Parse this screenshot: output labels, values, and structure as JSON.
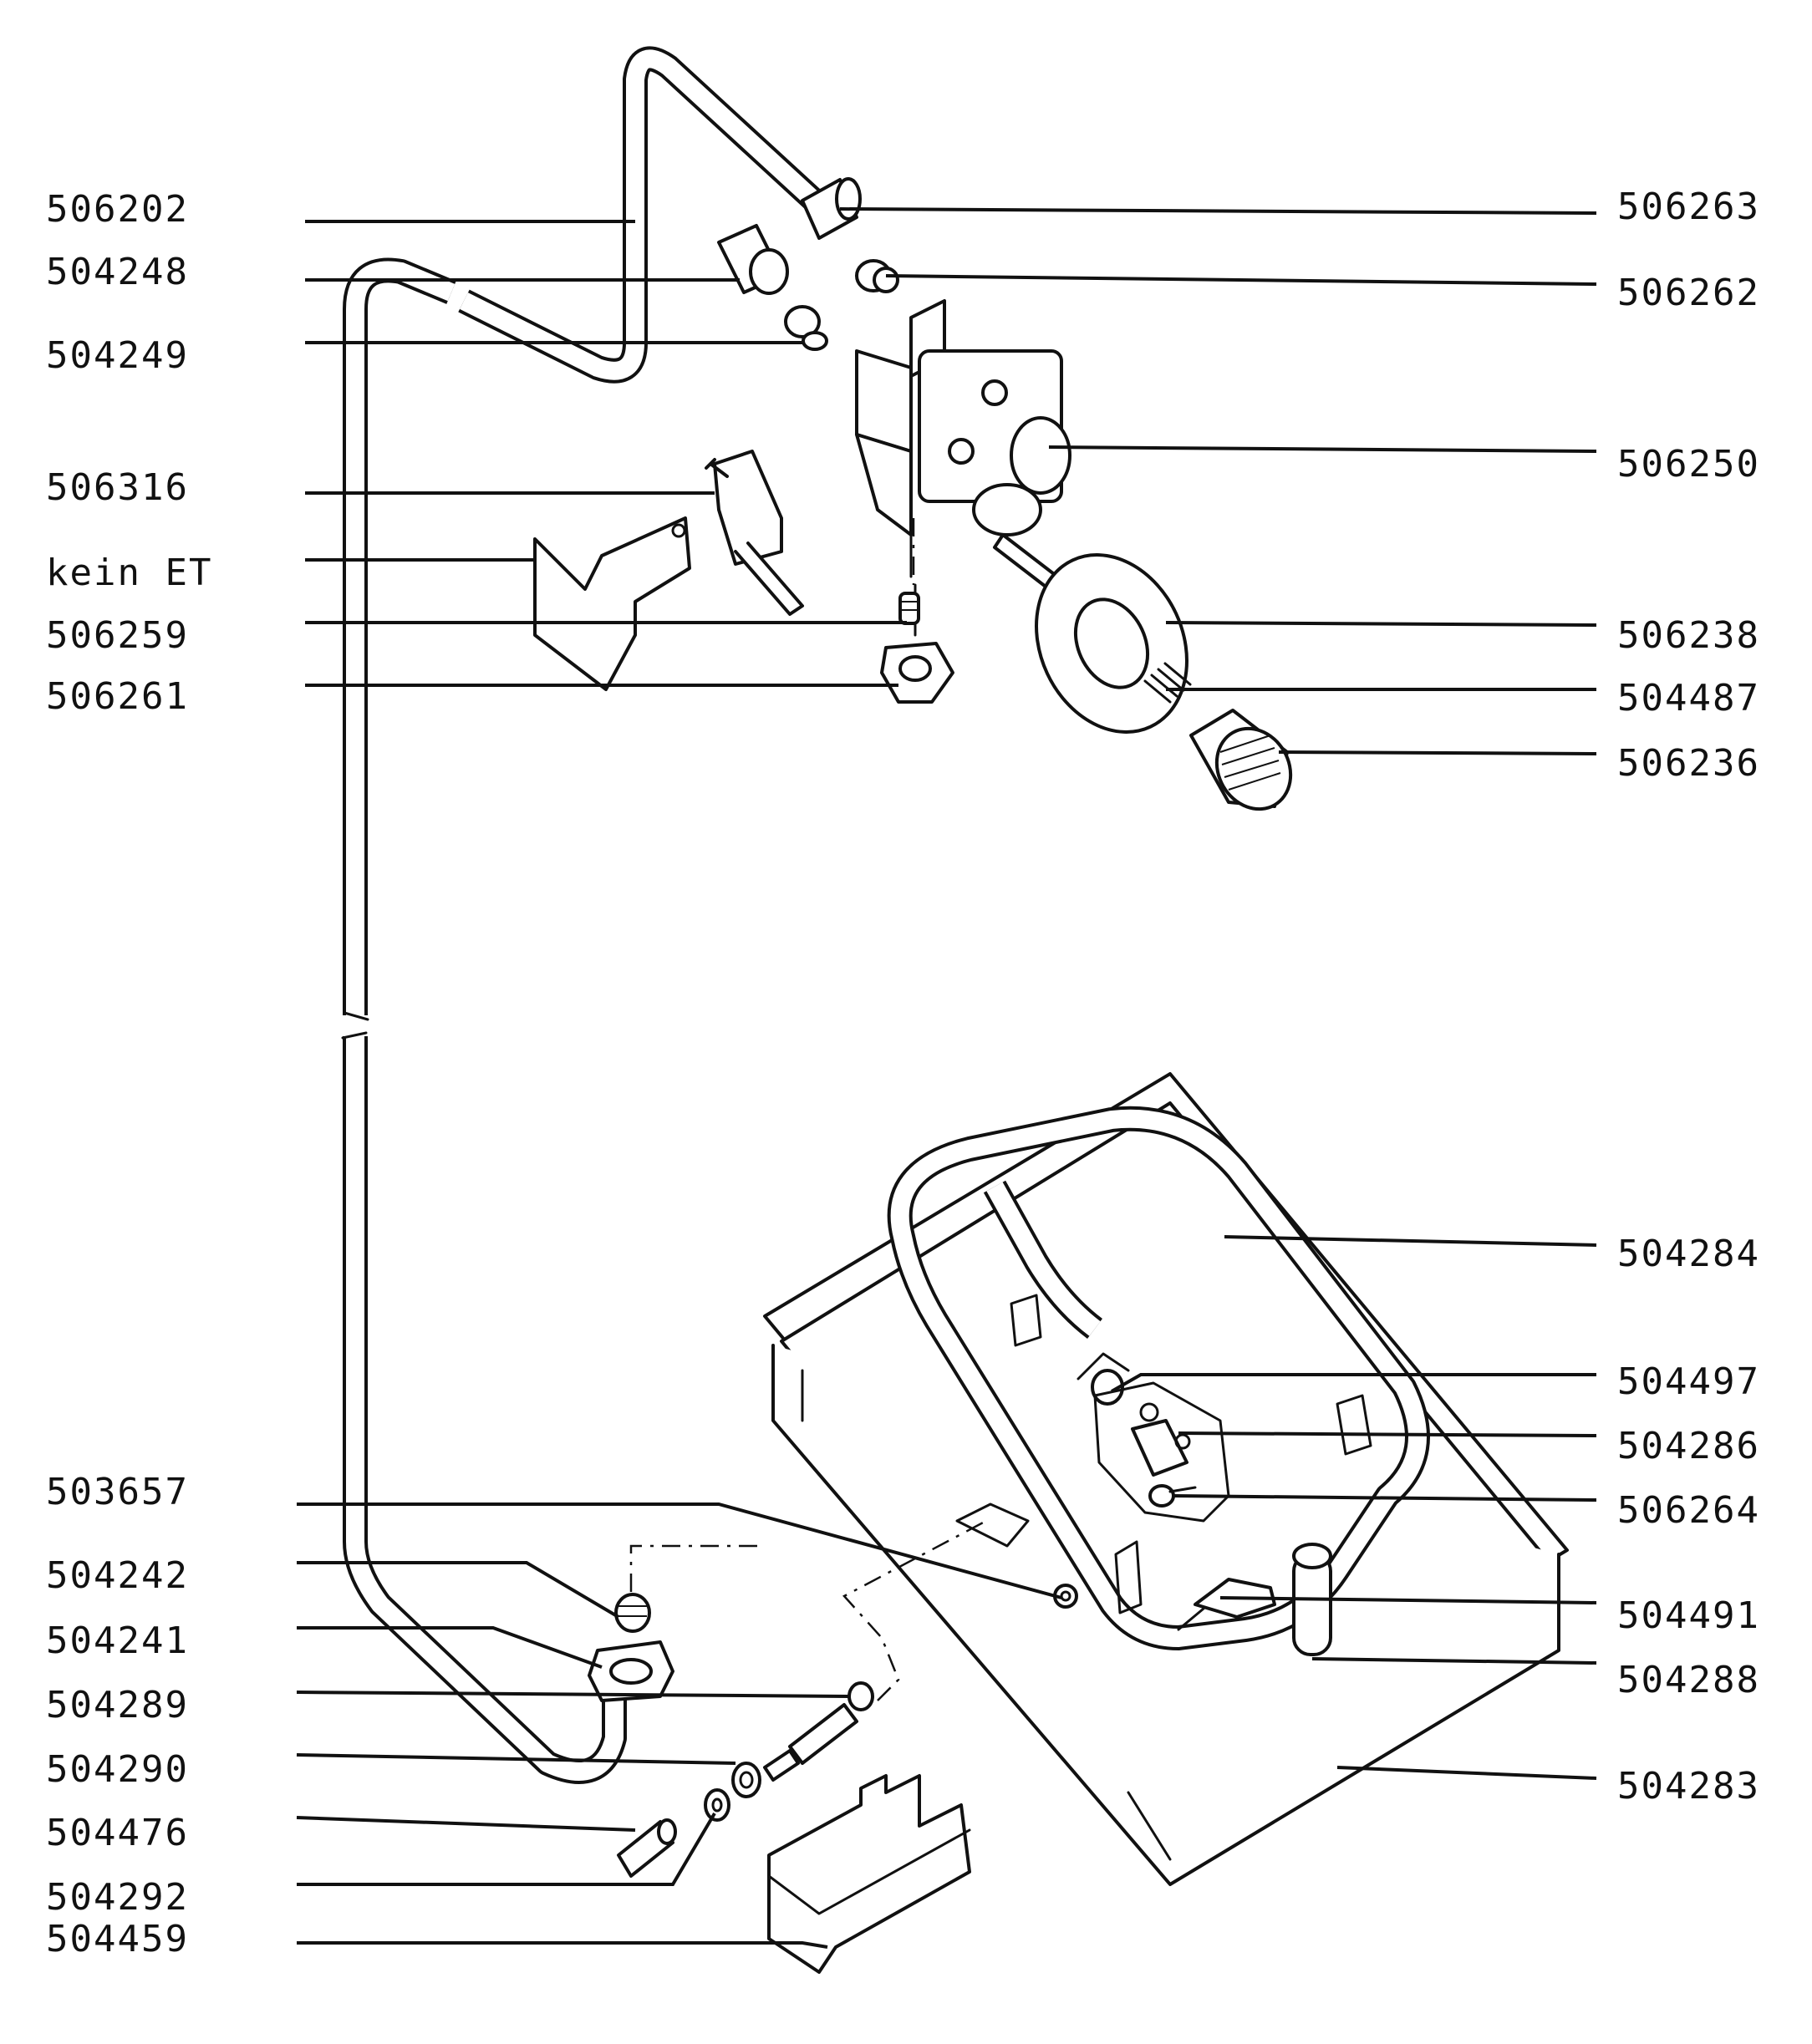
{
  "diagram": {
    "left_labels": [
      "506202",
      "504248",
      "504249",
      "506316",
      "kein ET",
      "506259",
      "506261",
      "503657",
      "504242",
      "504241",
      "504289",
      "504290",
      "504476",
      "504292",
      "504459"
    ],
    "right_labels": [
      "506263",
      "506262",
      "506250",
      "506238",
      "504487",
      "506236",
      "504284",
      "504497",
      "504286",
      "506264",
      "504491",
      "504288",
      "504283"
    ]
  },
  "colors": {
    "ink": "#111111",
    "paper": "#ffffff"
  }
}
